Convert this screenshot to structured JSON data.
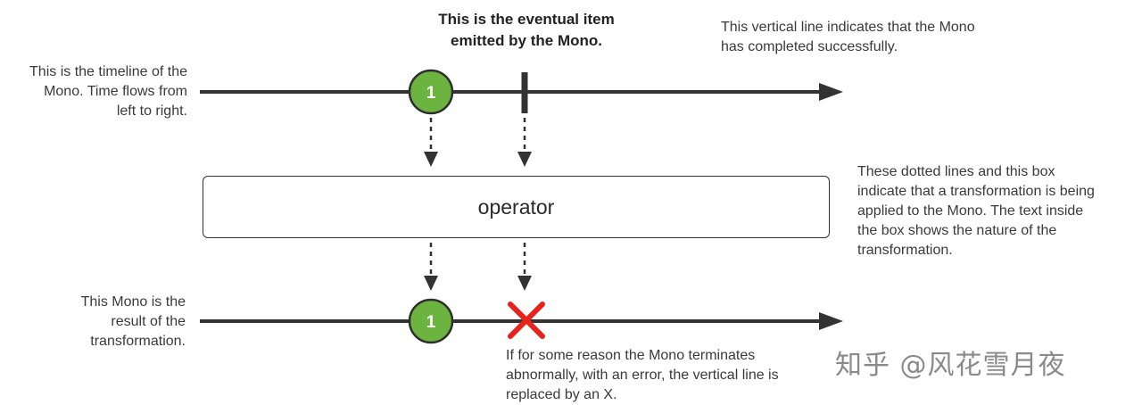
{
  "notes": {
    "top_left": "This is the timeline of the\nMono. Time flows from\nleft to right.",
    "eventual": "This is the eventual item\nemitted by the Mono.",
    "completed": "This vertical line indicates that the Mono\nhas completed successfully.",
    "dotted": "These dotted lines and this box\nindicate that a transformation is being\napplied to the Mono. The text inside\nthe box shows the nature of the\ntransformation.",
    "bottom_left": "This Mono is the\nresult of the\ntransformation.",
    "error": "If for some reason the Mono terminates\nabnormally, with an error, the vertical line is\nreplaced by an X."
  },
  "operator": {
    "label": "operator"
  },
  "items": {
    "top_item_label": "1",
    "bottom_item_label": "1"
  },
  "watermark": "知乎 @风花雪月夜",
  "colors": {
    "line": "#333333",
    "item_fill": "#6cb33f",
    "item_stroke": "#2e2e2e",
    "error_x": "#e8231c",
    "text": "#3a3a3a"
  }
}
